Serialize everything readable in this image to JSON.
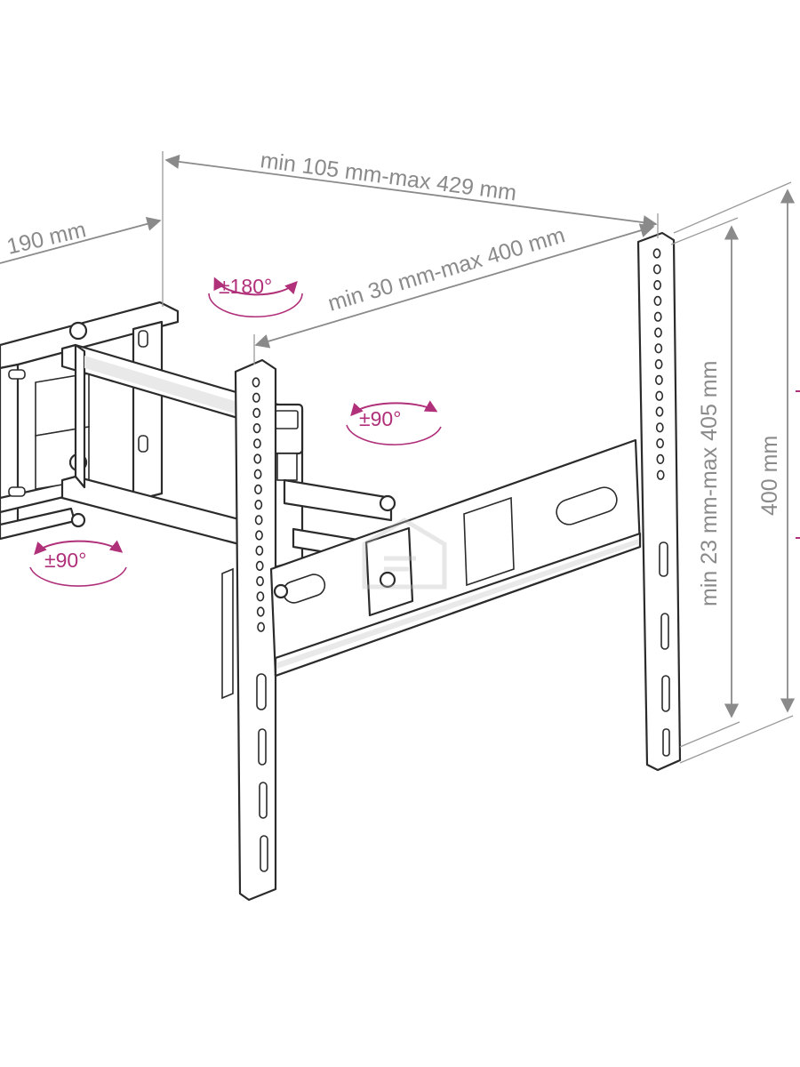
{
  "colors": {
    "linework": "#2b2b2b",
    "dimension": "#8a8a8a",
    "rotation": "#b0307a"
  },
  "dimensions": {
    "arm_depth": "190 mm",
    "extension_range": "min 105 mm-max 429 mm",
    "horizontal_spacing": "min 30 mm-max 400 mm",
    "vertical_spacing": "min 23 mm-max 405 mm",
    "vertical_max": "400 mm"
  },
  "rotations": {
    "swivel_top": "±180°",
    "swivel_mid": "±90°",
    "swivel_wall": "±90°"
  },
  "icons": [
    "rotation-arrow-icon",
    "watermark-icon"
  ]
}
